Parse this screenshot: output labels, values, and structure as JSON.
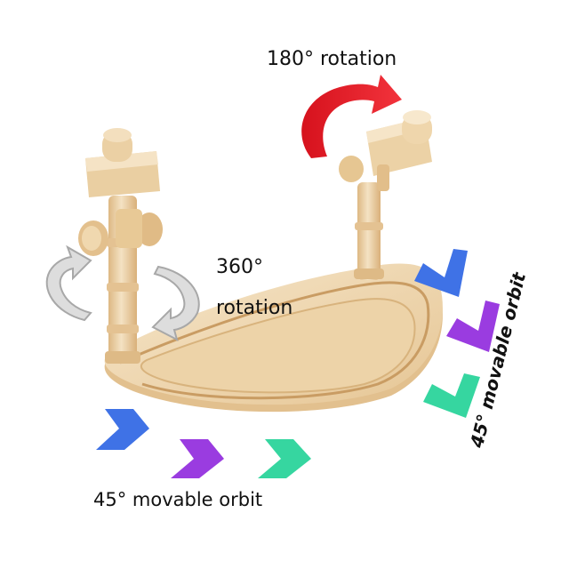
{
  "labels": {
    "top_rotation": "180° rotation",
    "mid_angle": "360°",
    "mid_rotation": "rotation",
    "bottom_orbit": "45° movable orbit",
    "right_orbit": "45° movable orbit"
  },
  "colors": {
    "wood_light": "#F1DCB8",
    "wood_mid": "#E5C596",
    "wood_dark": "#D2A670",
    "red_arrow": "#E8262F",
    "gray_arrow": "#D8D8D8",
    "chevron_blue": "#3F72E6",
    "chevron_purple": "#9A3CE0",
    "chevron_green": "#36D6A0"
  },
  "icons": [
    "red-curved-arrow-icon",
    "gray-circular-arrows-icon",
    "chevron-right-icon",
    "chevron-down-icon"
  ]
}
